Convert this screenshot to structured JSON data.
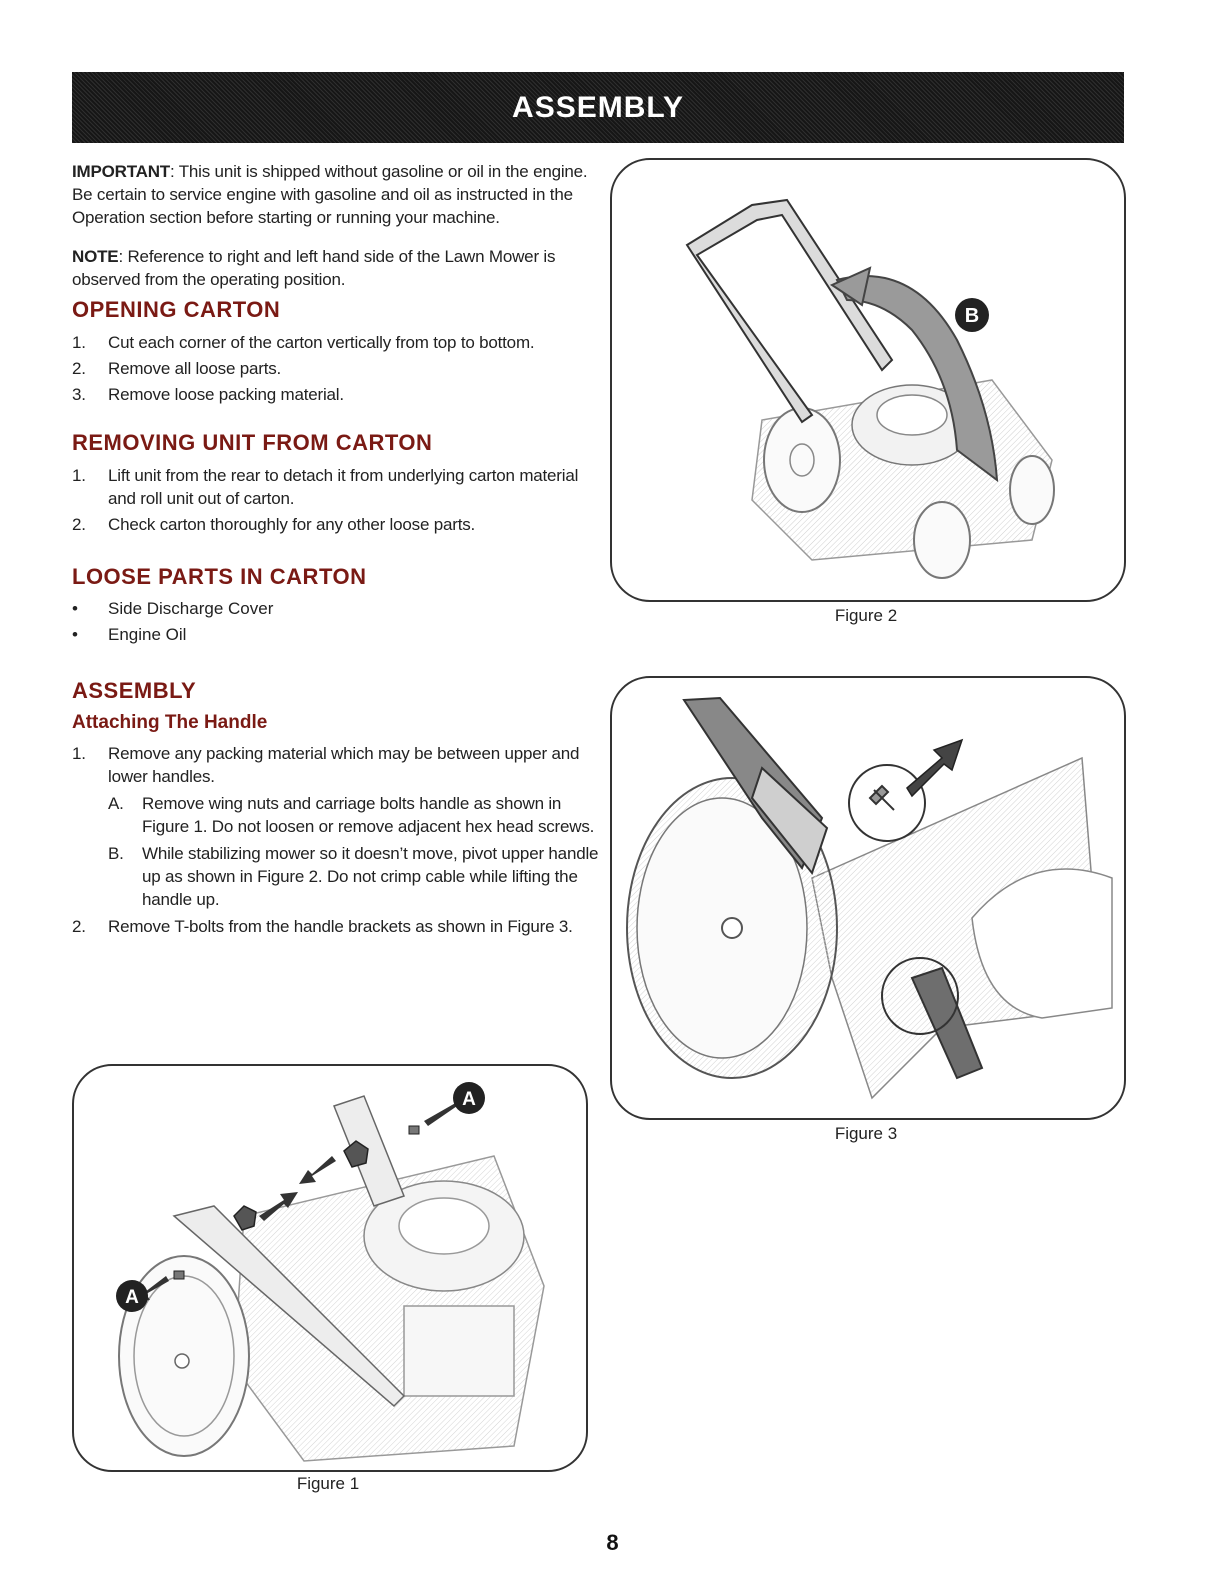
{
  "header": {
    "title": "ASSEMBLY"
  },
  "intro": {
    "important_label": "IMPORTANT",
    "important_text": ": This unit is shipped without gasoline or oil in the engine. Be certain to service engine with gasoline and oil as instructed in the Operation section before starting or running your machine.",
    "note_label": "NOTE",
    "note_text": ": Reference to right and left hand side of the Lawn Mower is observed from the operating position."
  },
  "opening_carton": {
    "title": "OPENING CARTON",
    "steps": [
      {
        "num": "1.",
        "text": "Cut each corner of the carton vertically from top to bottom."
      },
      {
        "num": "2.",
        "text": "Remove all loose parts."
      },
      {
        "num": "3.",
        "text": "Remove loose packing material."
      }
    ]
  },
  "removing_unit": {
    "title": "REMOVING UNIT FROM CARTON",
    "steps": [
      {
        "num": "1.",
        "text": "Lift unit from the rear to detach it from underlying carton material and roll unit out of carton."
      },
      {
        "num": "2.",
        "text": "Check carton thoroughly for any other loose parts."
      }
    ]
  },
  "loose_parts": {
    "title": "LOOSE PARTS IN CARTON",
    "bullet": "•",
    "items": [
      "Side Discharge Cover",
      "Engine Oil"
    ]
  },
  "assembly": {
    "title": "ASSEMBLY",
    "subtitle": "Attaching The Handle",
    "step1": {
      "num": "1.",
      "text": "Remove any packing material which may be between upper and lower handles."
    },
    "step1a": {
      "num": "A.",
      "text": "Remove wing nuts and carriage bolts handle as shown in Figure 1. Do not loosen or remove adjacent hex head screws."
    },
    "step1b": {
      "num": "B.",
      "text": "While stabilizing mower so it doesn’t move, pivot upper handle up as shown in Figure 2. Do not crimp cable while lifting the handle up."
    },
    "step2": {
      "num": "2.",
      "text": "Remove T-bolts from the handle brackets as shown in Figure 3."
    }
  },
  "figures": {
    "figure1": {
      "caption": "Figure 1",
      "callout": "A"
    },
    "figure2": {
      "caption": "Figure 2",
      "callout": "B"
    },
    "figure3": {
      "caption": "Figure 3"
    }
  },
  "page_number": "8"
}
